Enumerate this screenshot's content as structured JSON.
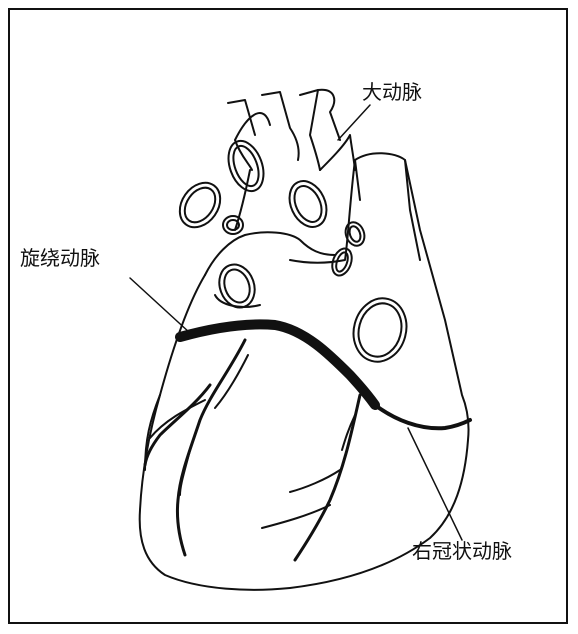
{
  "labels": {
    "aorta": "大动脉",
    "circumflex": "旋绕动脉",
    "right_coronary": "右冠状动脉"
  },
  "colors": {
    "line": "#111111",
    "background": "#ffffff"
  }
}
